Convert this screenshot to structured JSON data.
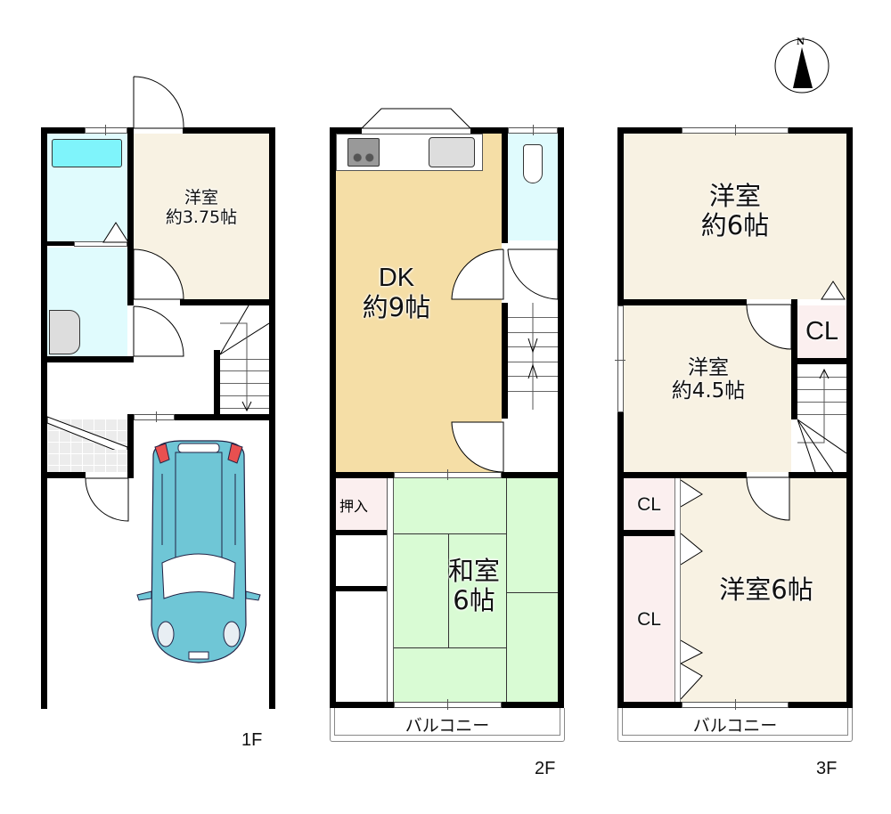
{
  "compass": {
    "label": "N"
  },
  "floors": [
    {
      "label": "1F",
      "rooms": [
        {
          "name": "洋室",
          "size": "約3.75帖",
          "color": "#f8f2e3"
        },
        {
          "name": "bath",
          "color": "#e0fbfd"
        },
        {
          "name": "washroom",
          "color": "#e0fbfd"
        },
        {
          "name": "entrance",
          "color": "#ececec"
        },
        {
          "name": "parking",
          "color": "#ffffff"
        }
      ]
    },
    {
      "label": "2F",
      "rooms": [
        {
          "name": "DK",
          "size": "約9帖",
          "color": "#f5dea6"
        },
        {
          "name": "toilet",
          "color": "#e0fbfd"
        },
        {
          "name": "和室",
          "size": "6帖",
          "color": "#d9fbd4"
        },
        {
          "name": "押入",
          "color": "#fbefef"
        }
      ],
      "balcony": "バルコニー"
    },
    {
      "label": "3F",
      "rooms": [
        {
          "name": "洋室",
          "size": "約6帖",
          "color": "#f8f2e3"
        },
        {
          "name": "洋室",
          "size": "約4.5帖",
          "color": "#f8f2e3"
        },
        {
          "name": "洋室6帖",
          "color": "#f8f2e3"
        },
        {
          "name": "CL",
          "color": "#fbefef"
        },
        {
          "name": "CL",
          "color": "#fbefef"
        },
        {
          "name": "CL",
          "color": "#fbefef"
        }
      ],
      "balcony": "バルコニー"
    }
  ]
}
